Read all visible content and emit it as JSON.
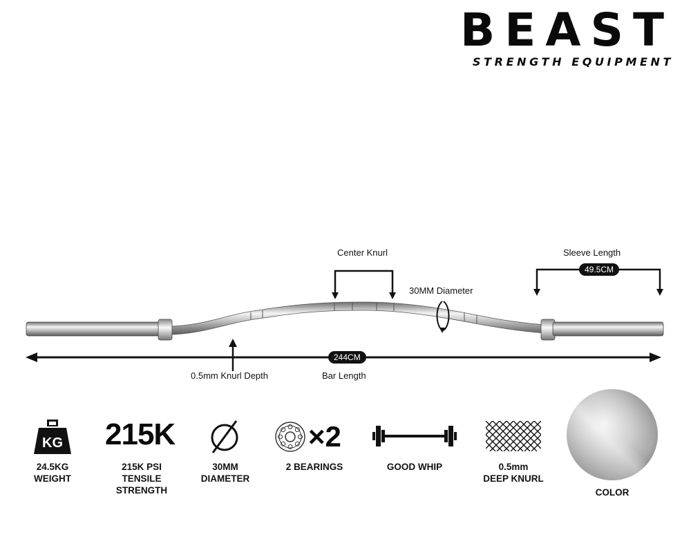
{
  "brand": {
    "name": "BEAST",
    "tagline": "STRENGTH EQUIPMENT"
  },
  "diagram": {
    "center_knurl": "Center Knurl",
    "sleeve_length": "Sleeve Length",
    "sleeve_length_value": "49.5CM",
    "diameter": "30MM Diameter",
    "knurl_depth": "0.5mm Knurl Depth",
    "bar_length_value": "244CM",
    "bar_length": "Bar Length"
  },
  "features": {
    "weight": {
      "icon_text": "KG",
      "line1": "24.5KG",
      "line2": "WEIGHT",
      "icon": "weight-kg-icon"
    },
    "tensile": {
      "big": "215K",
      "line1": "215K PSI",
      "line2": "TENSILE",
      "line3": "STRENGTH"
    },
    "diameter": {
      "line1": "30MM",
      "line2": "DIAMETER",
      "icon": "diameter-symbol-icon"
    },
    "bearings": {
      "multiplier": "×2",
      "line1": "2 BEARINGS",
      "icon": "bearing-icon"
    },
    "whip": {
      "line1": "GOOD WHIP",
      "icon": "barbell-icon"
    },
    "knurl": {
      "line1": "0.5mm",
      "line2": "DEEP KNURL",
      "icon": "knurl-pattern-icon"
    },
    "color": {
      "line1": "COLOR",
      "icon": "chrome-swatch-icon"
    }
  },
  "colors": {
    "ink": "#0a0a0a",
    "chrome_light": "#f2f2f2",
    "chrome_dark": "#6e6e6e"
  }
}
